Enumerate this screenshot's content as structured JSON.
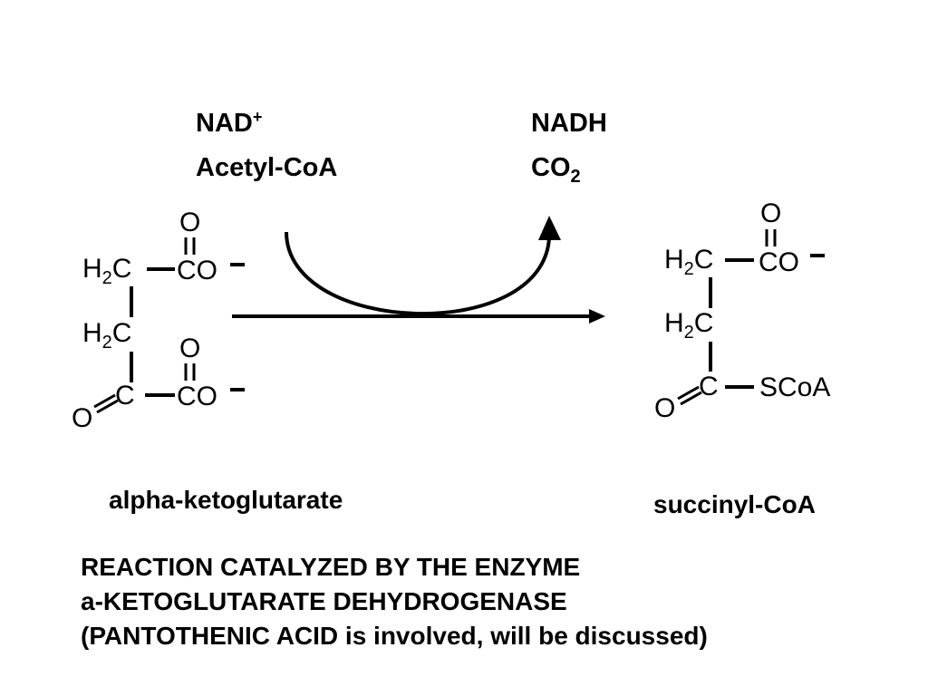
{
  "cofactors": {
    "input_top": {
      "main": "NAD",
      "sup": "+"
    },
    "input_bottom": "Acetyl-CoA",
    "output_top": "NADH",
    "output_bottom": {
      "main": "CO",
      "sub": "2"
    }
  },
  "substrate": {
    "name": "alpha-ketoglutarate",
    "ch2_a": {
      "main": "H",
      "sub": "2",
      "tail": "C"
    },
    "ch2_b": {
      "main": "H",
      "sub": "2",
      "tail": "C"
    },
    "carboxyl_top": {
      "o": "O",
      "co": "CO"
    },
    "carboxyl_bottom": {
      "o": "O",
      "co": "CO"
    },
    "keto": {
      "c": "C",
      "o": "O"
    }
  },
  "product": {
    "name": "succinyl-CoA",
    "ch2_a": {
      "main": "H",
      "sub": "2",
      "tail": "C"
    },
    "ch2_b": {
      "main": "H",
      "sub": "2",
      "tail": "C"
    },
    "carboxyl": {
      "o": "O",
      "co": "CO"
    },
    "thioester": {
      "c": "C",
      "o": "O",
      "group": "SCoA"
    }
  },
  "caption": {
    "line1": "REACTION CATALYZED BY THE ENZYME",
    "line2": "a-KETOGLUTARATE DEHYDROGENASE",
    "line3": "(PANTOTHENIC ACID is involved, will be discussed)"
  }
}
